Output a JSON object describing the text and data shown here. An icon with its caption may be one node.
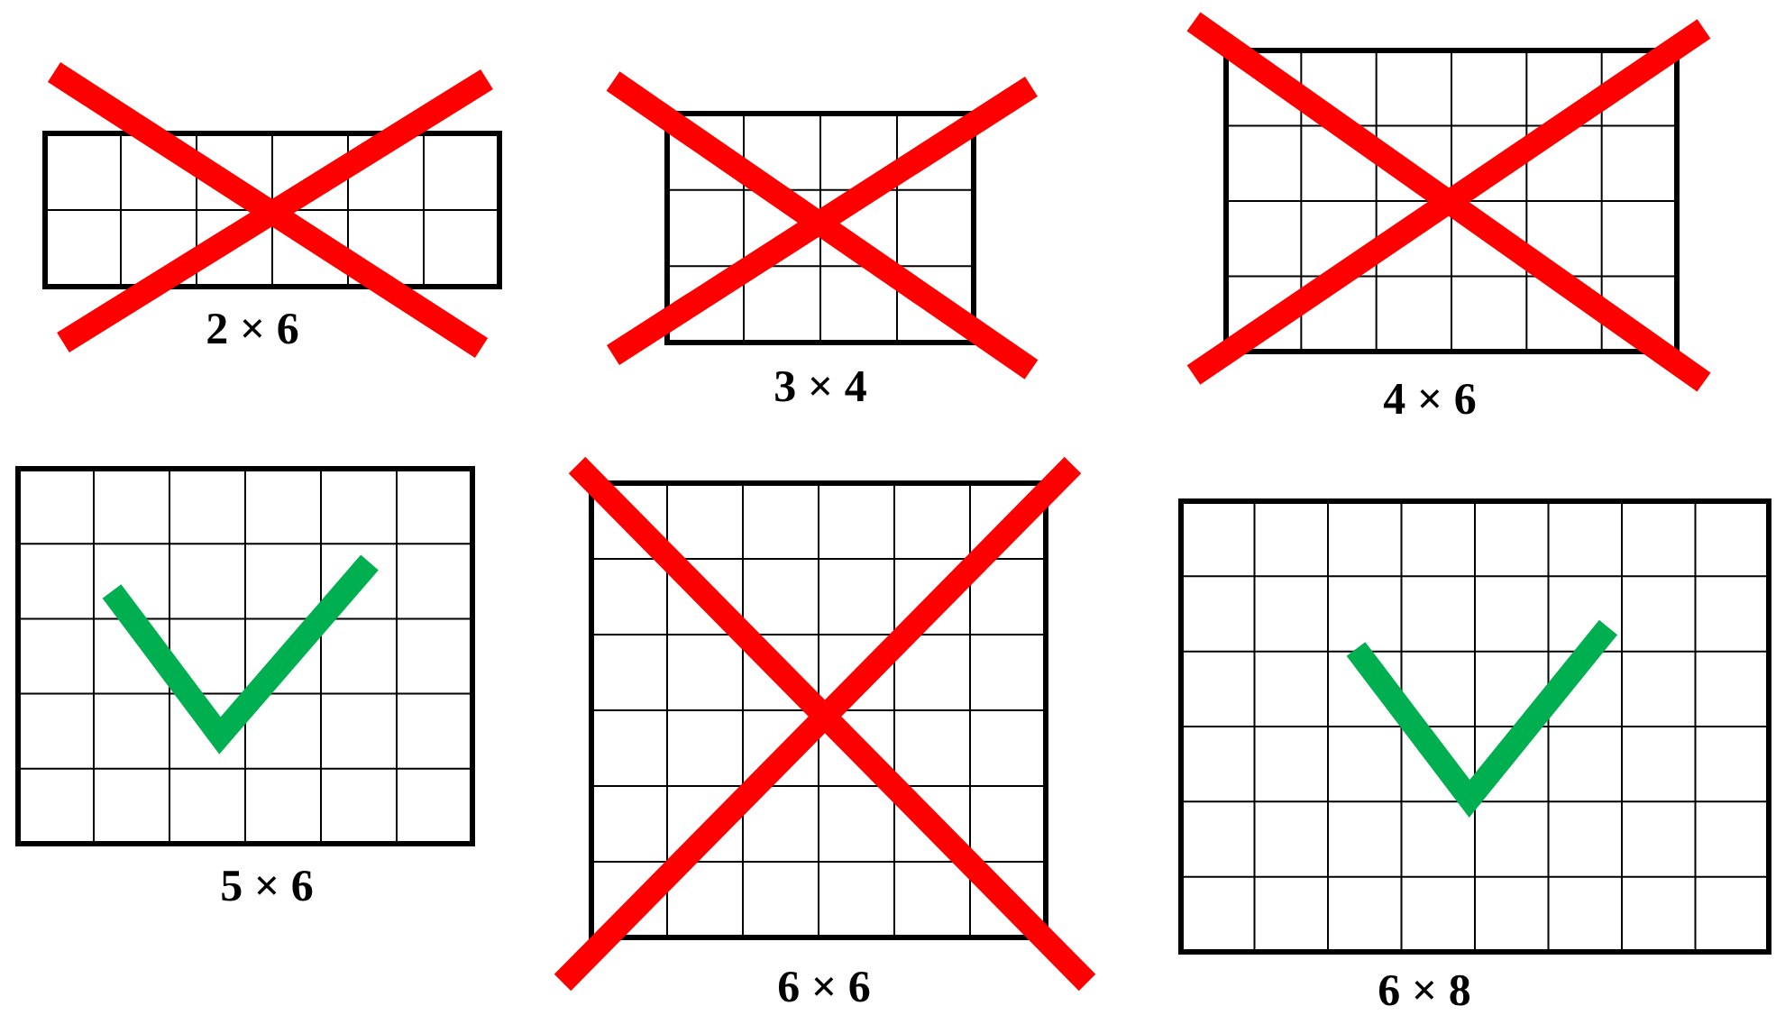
{
  "diagram": {
    "labels": [
      "2 × 6",
      "3 × 4",
      "4 × 6",
      "5 × 6",
      "6 × 6",
      "6 × 8"
    ]
  }
}
